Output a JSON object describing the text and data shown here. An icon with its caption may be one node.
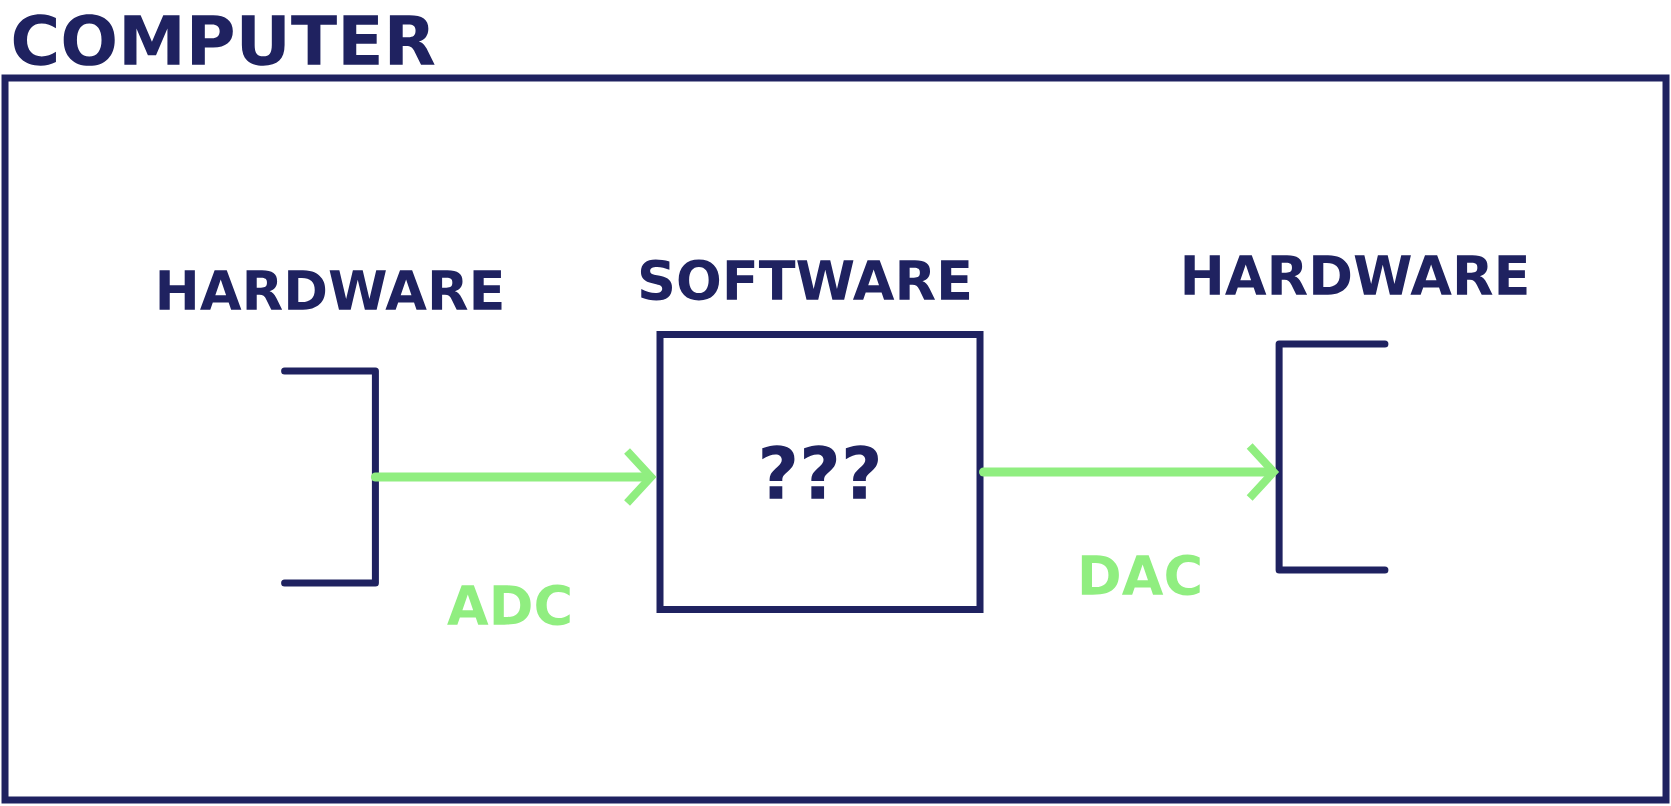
{
  "diagram": {
    "nodes": [
      {
        "text": [
          "COMPUTER"
        ]
      },
      {
        "text": [
          "HARDWARE"
        ],
        "in": 0
      },
      {
        "text": [
          "SOFTWARE",
          "???"
        ],
        "in": 0
      },
      {
        "text": [
          "HARDWARE"
        ],
        "in": 0
      }
    ],
    "edges": [
      {
        "from": 1,
        "to": 2,
        "arrow": "to",
        "label": "ADC",
        "color": "#90ee80"
      },
      {
        "from": 2,
        "to": 3,
        "arrow": "to",
        "label": "DAC",
        "color": "#90ee80"
      }
    ]
  }
}
